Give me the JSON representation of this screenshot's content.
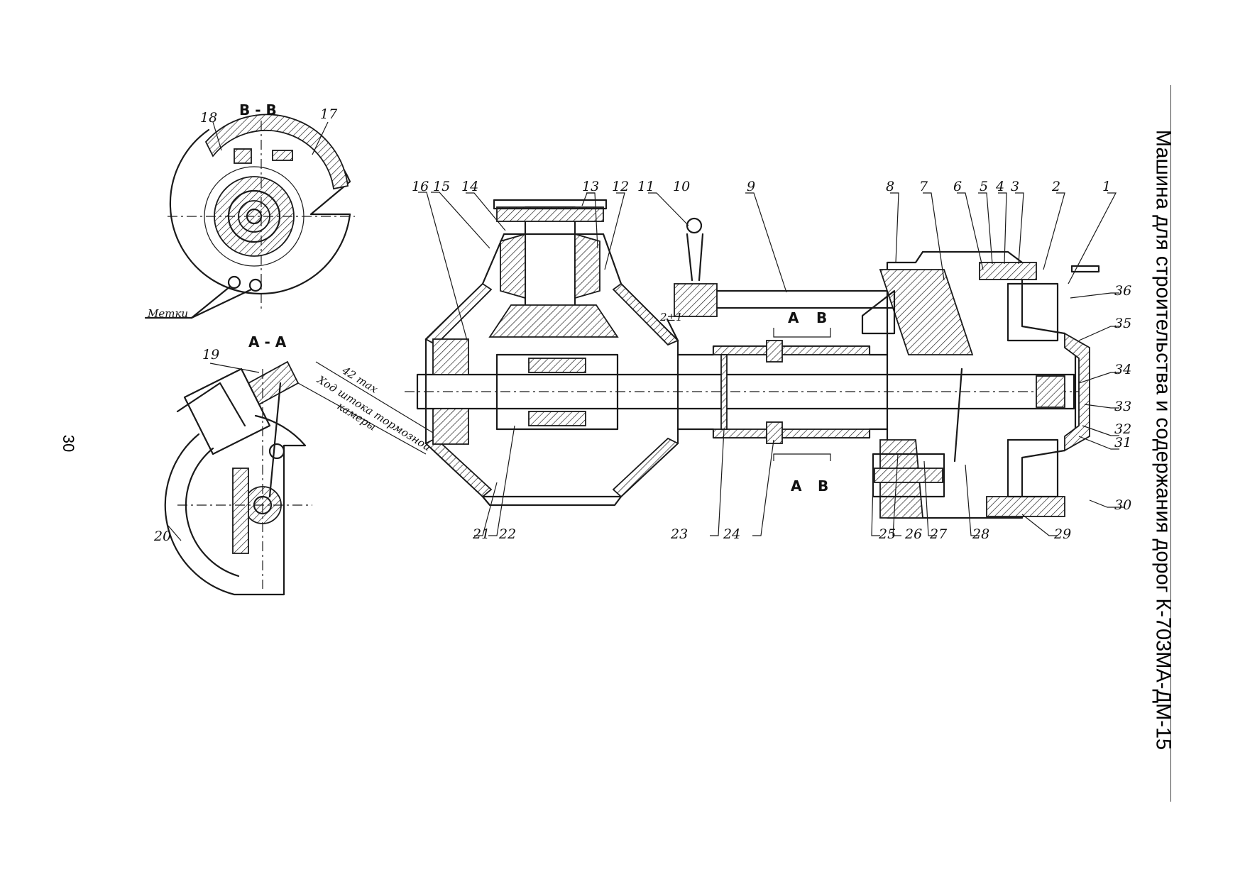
{
  "document": {
    "title": "Машина для строительства и содержания дорог К-703МА-ДМ-15",
    "page_number": "30"
  },
  "views": {
    "section_bb": "В - В",
    "section_aa": "А - А",
    "marks_label": "Метки",
    "stroke_note": "42 max",
    "stroke_caption_line1": "Ход штока тормозной",
    "stroke_caption_line2": "камеры",
    "fit_note": "2±1",
    "cut_a": "А",
    "cut_b": "В"
  },
  "callouts": [
    "1",
    "2",
    "3",
    "4",
    "5",
    "6",
    "7",
    "8",
    "9",
    "10",
    "11",
    "12",
    "13",
    "14",
    "15",
    "16",
    "17",
    "18",
    "19",
    "20",
    "21",
    "22",
    "23",
    "24",
    "25",
    "26",
    "27",
    "28",
    "29",
    "30",
    "31",
    "32",
    "33",
    "34",
    "35",
    "36"
  ]
}
